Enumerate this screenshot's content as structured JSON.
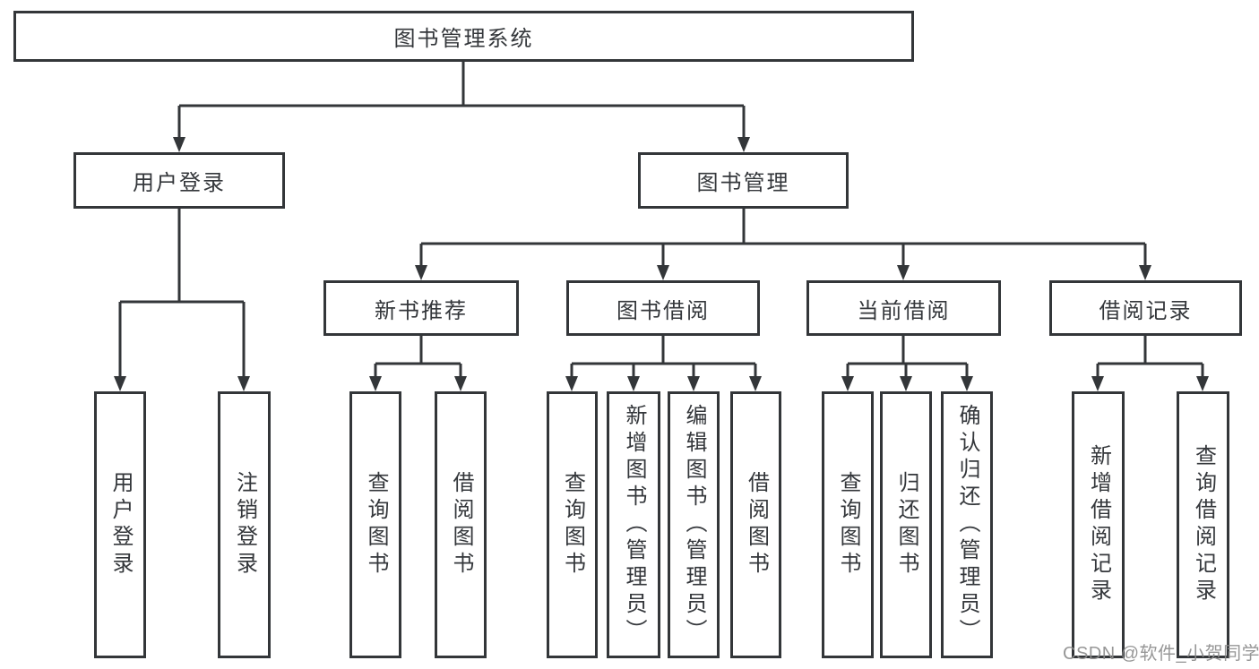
{
  "tree": {
    "root": {
      "label": "图书管理系统"
    },
    "branches": [
      {
        "label": "用户登录",
        "leaves": [
          "用户登录",
          "注销登录"
        ]
      },
      {
        "label": "图书管理",
        "groups": [
          {
            "label": "新书推荐",
            "leaves": [
              "查询图书",
              "借阅图书"
            ]
          },
          {
            "label": "图书借阅",
            "leaves": [
              "查询图书",
              "新增图书（管理员）",
              "编辑图书（管理员）",
              "借阅图书"
            ]
          },
          {
            "label": "当前借阅",
            "leaves": [
              "查询图书",
              "归还图书",
              "确认归还（管理员）"
            ]
          },
          {
            "label": "借阅记录",
            "leaves": [
              "新增借阅记录",
              "查询借阅记录"
            ]
          }
        ]
      }
    ]
  },
  "colors": {
    "line": "#333639",
    "text": "#34373b",
    "watermark": "#8c8c8c"
  },
  "watermark": "CSDN @软件_小贺同学"
}
